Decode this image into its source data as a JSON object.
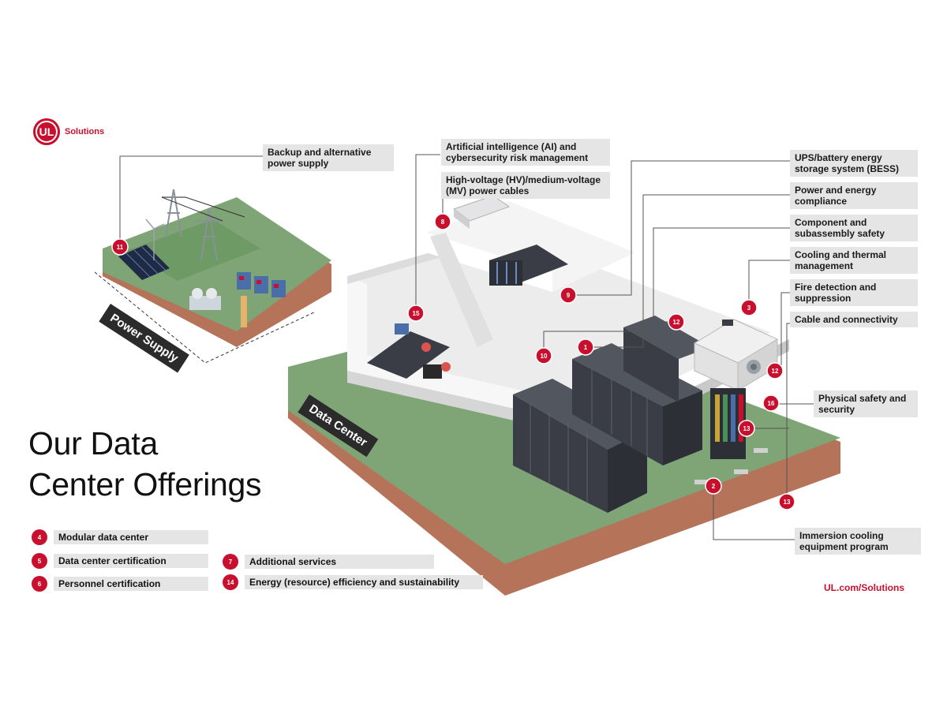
{
  "brand": {
    "logo_text": "UL",
    "name": "Solutions"
  },
  "title": {
    "line1": "Our Data",
    "line2": "Center Offerings"
  },
  "zones": {
    "power_supply": "Power Supply",
    "data_center": "Data Center"
  },
  "labels": {
    "l11": "Backup and alternative power supply",
    "l15": "Artificial intelligence (AI) and cybersecurity risk management",
    "l8": "High-voltage (HV)/medium-voltage (MV) power cables",
    "l9": "UPS/battery energy storage system (BESS)",
    "l1": "Power and energy compliance",
    "l12": "Component and subassembly safety",
    "l3": "Cooling and thermal management",
    "l10": "Fire detection and suppression",
    "l13": "Cable and connectivity",
    "l16": "Physical safety and security",
    "l2": "Immersion cooling equipment program"
  },
  "legend": [
    {
      "num": "4",
      "text": "Modular data center"
    },
    {
      "num": "5",
      "text": "Data center certification"
    },
    {
      "num": "6",
      "text": "Personnel certification"
    },
    {
      "num": "7",
      "text": "Additional services"
    },
    {
      "num": "14",
      "text": "Energy (resource) efficiency and sustainability"
    }
  ],
  "markers": [
    "11",
    "8",
    "15",
    "9",
    "10",
    "1",
    "12",
    "3",
    "12",
    "16",
    "13",
    "13",
    "2"
  ],
  "url": "UL.com/Solutions",
  "colors": {
    "accent": "#c8102e",
    "grass": "#7fa476",
    "soil": "#b5745a",
    "wall": "#f2f2f2",
    "rack": "#3a3d45"
  }
}
